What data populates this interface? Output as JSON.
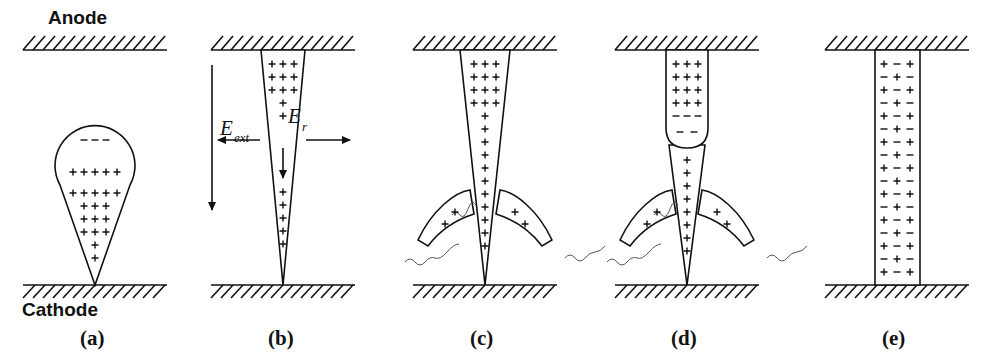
{
  "diagram": {
    "labels": [
      "Anode",
      "E",
      "ext",
      "Cathode",
      "E",
      "r",
      "(a)",
      "(b)",
      "(c)",
      "(d)",
      "(e)"
    ]
  }
}
